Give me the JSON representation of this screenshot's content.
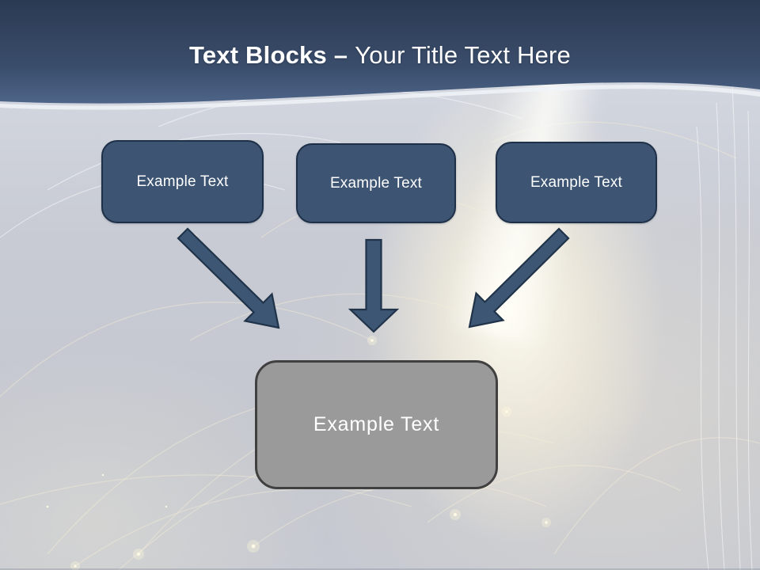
{
  "slide": {
    "title": {
      "emphasis": "Text Blocks –",
      "rest": "Your Title Text Here"
    },
    "blocks": [
      {
        "label": "Example Text"
      },
      {
        "label": "Example Text"
      },
      {
        "label": "Example Text"
      }
    ],
    "result_box": {
      "label": "Example Text"
    },
    "icons": [
      {
        "name": "down-right-arrow-icon"
      },
      {
        "name": "down-arrow-icon"
      },
      {
        "name": "down-left-arrow-icon"
      }
    ],
    "colors": {
      "header_top": "#2b3a53",
      "header_bottom": "#4e6589",
      "block_fill": "#3d5573",
      "block_border": "#1e3048",
      "arrow_fill": "#3c5674",
      "arrow_border": "#203349",
      "result_fill": "#9a9a9a",
      "result_border": "#404040",
      "background": "#c6c9d1",
      "title_text": "#ffffff"
    }
  }
}
